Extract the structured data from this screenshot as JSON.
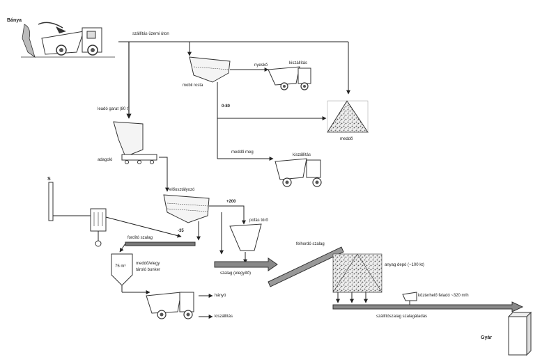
{
  "labels": {
    "banya": "Bánya",
    "feed_road": "szállítás üzemi úton",
    "moblil_rosta": "mobil rosta",
    "nyesko": "nyeskő",
    "kiszallitas": "kiszállítás",
    "size_0_80": "0-80",
    "meddo": "meddő",
    "meddo_meg": "meddő meg",
    "kiszallitas2": "kiszállítás",
    "lead_bunker": "leadó garat (80 t)",
    "adagolo": "adagoló",
    "rosta_main": "előosztályozó",
    "plus200": "+200",
    "tortolo": "pofás törő",
    "minus35": "-35",
    "vissza_szalag": "fordító szalag",
    "szalag_garat": "szalag (elegyítő)",
    "bunker_vol": "75 m³",
    "bunker_text1": "meddő/elegy",
    "bunker_text2": "tároló bunker",
    "hanyo": "hányó",
    "kiszallitas3": "kiszállítás",
    "folyami_szalag": "felhordó szalag",
    "depo": "anyag depó (~100 kt)",
    "kozterheles": "közterhelő feladó ~320 m/h",
    "hosszu_szalag": "szállítószalag szalagátadás",
    "gyar": "Gyár",
    "s_flag": "S"
  },
  "colors": {
    "line": "#222222",
    "fill_light": "#cccccc",
    "fill_mid": "#777777",
    "rock": "#9a9a9a"
  }
}
